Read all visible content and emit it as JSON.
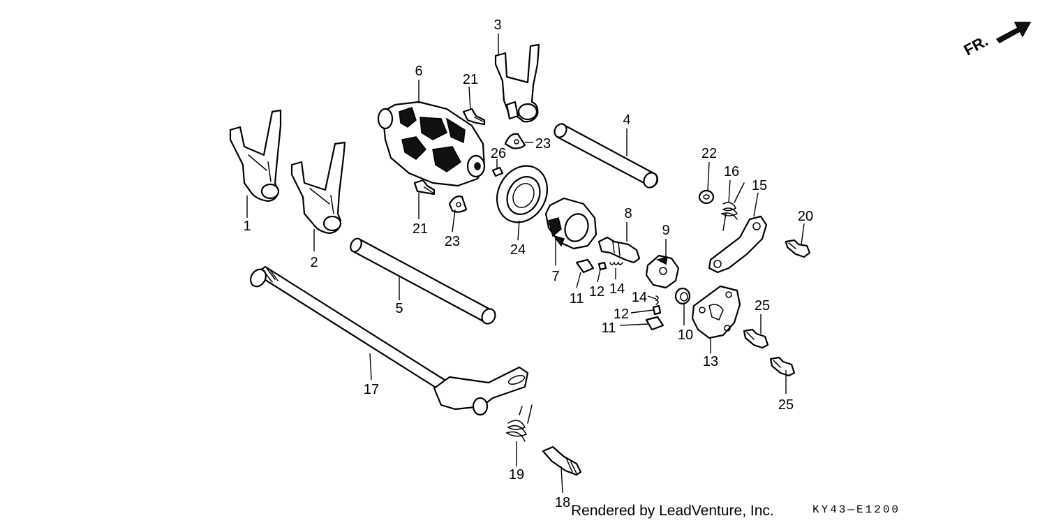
{
  "direction_label": "FR.",
  "credit": "Rendered by LeadVenture, Inc.",
  "diagram_code": "KY43—E1200",
  "callouts": [
    "1",
    "2",
    "3",
    "4",
    "5",
    "6",
    "7",
    "8",
    "9",
    "10",
    "11",
    "11",
    "12",
    "12",
    "13",
    "14",
    "14",
    "15",
    "16",
    "17",
    "18",
    "19",
    "20",
    "21",
    "21",
    "22",
    "23",
    "23",
    "24",
    "25",
    "25",
    "26"
  ],
  "colors": {
    "ink": "#000000",
    "paper": "#ffffff"
  }
}
